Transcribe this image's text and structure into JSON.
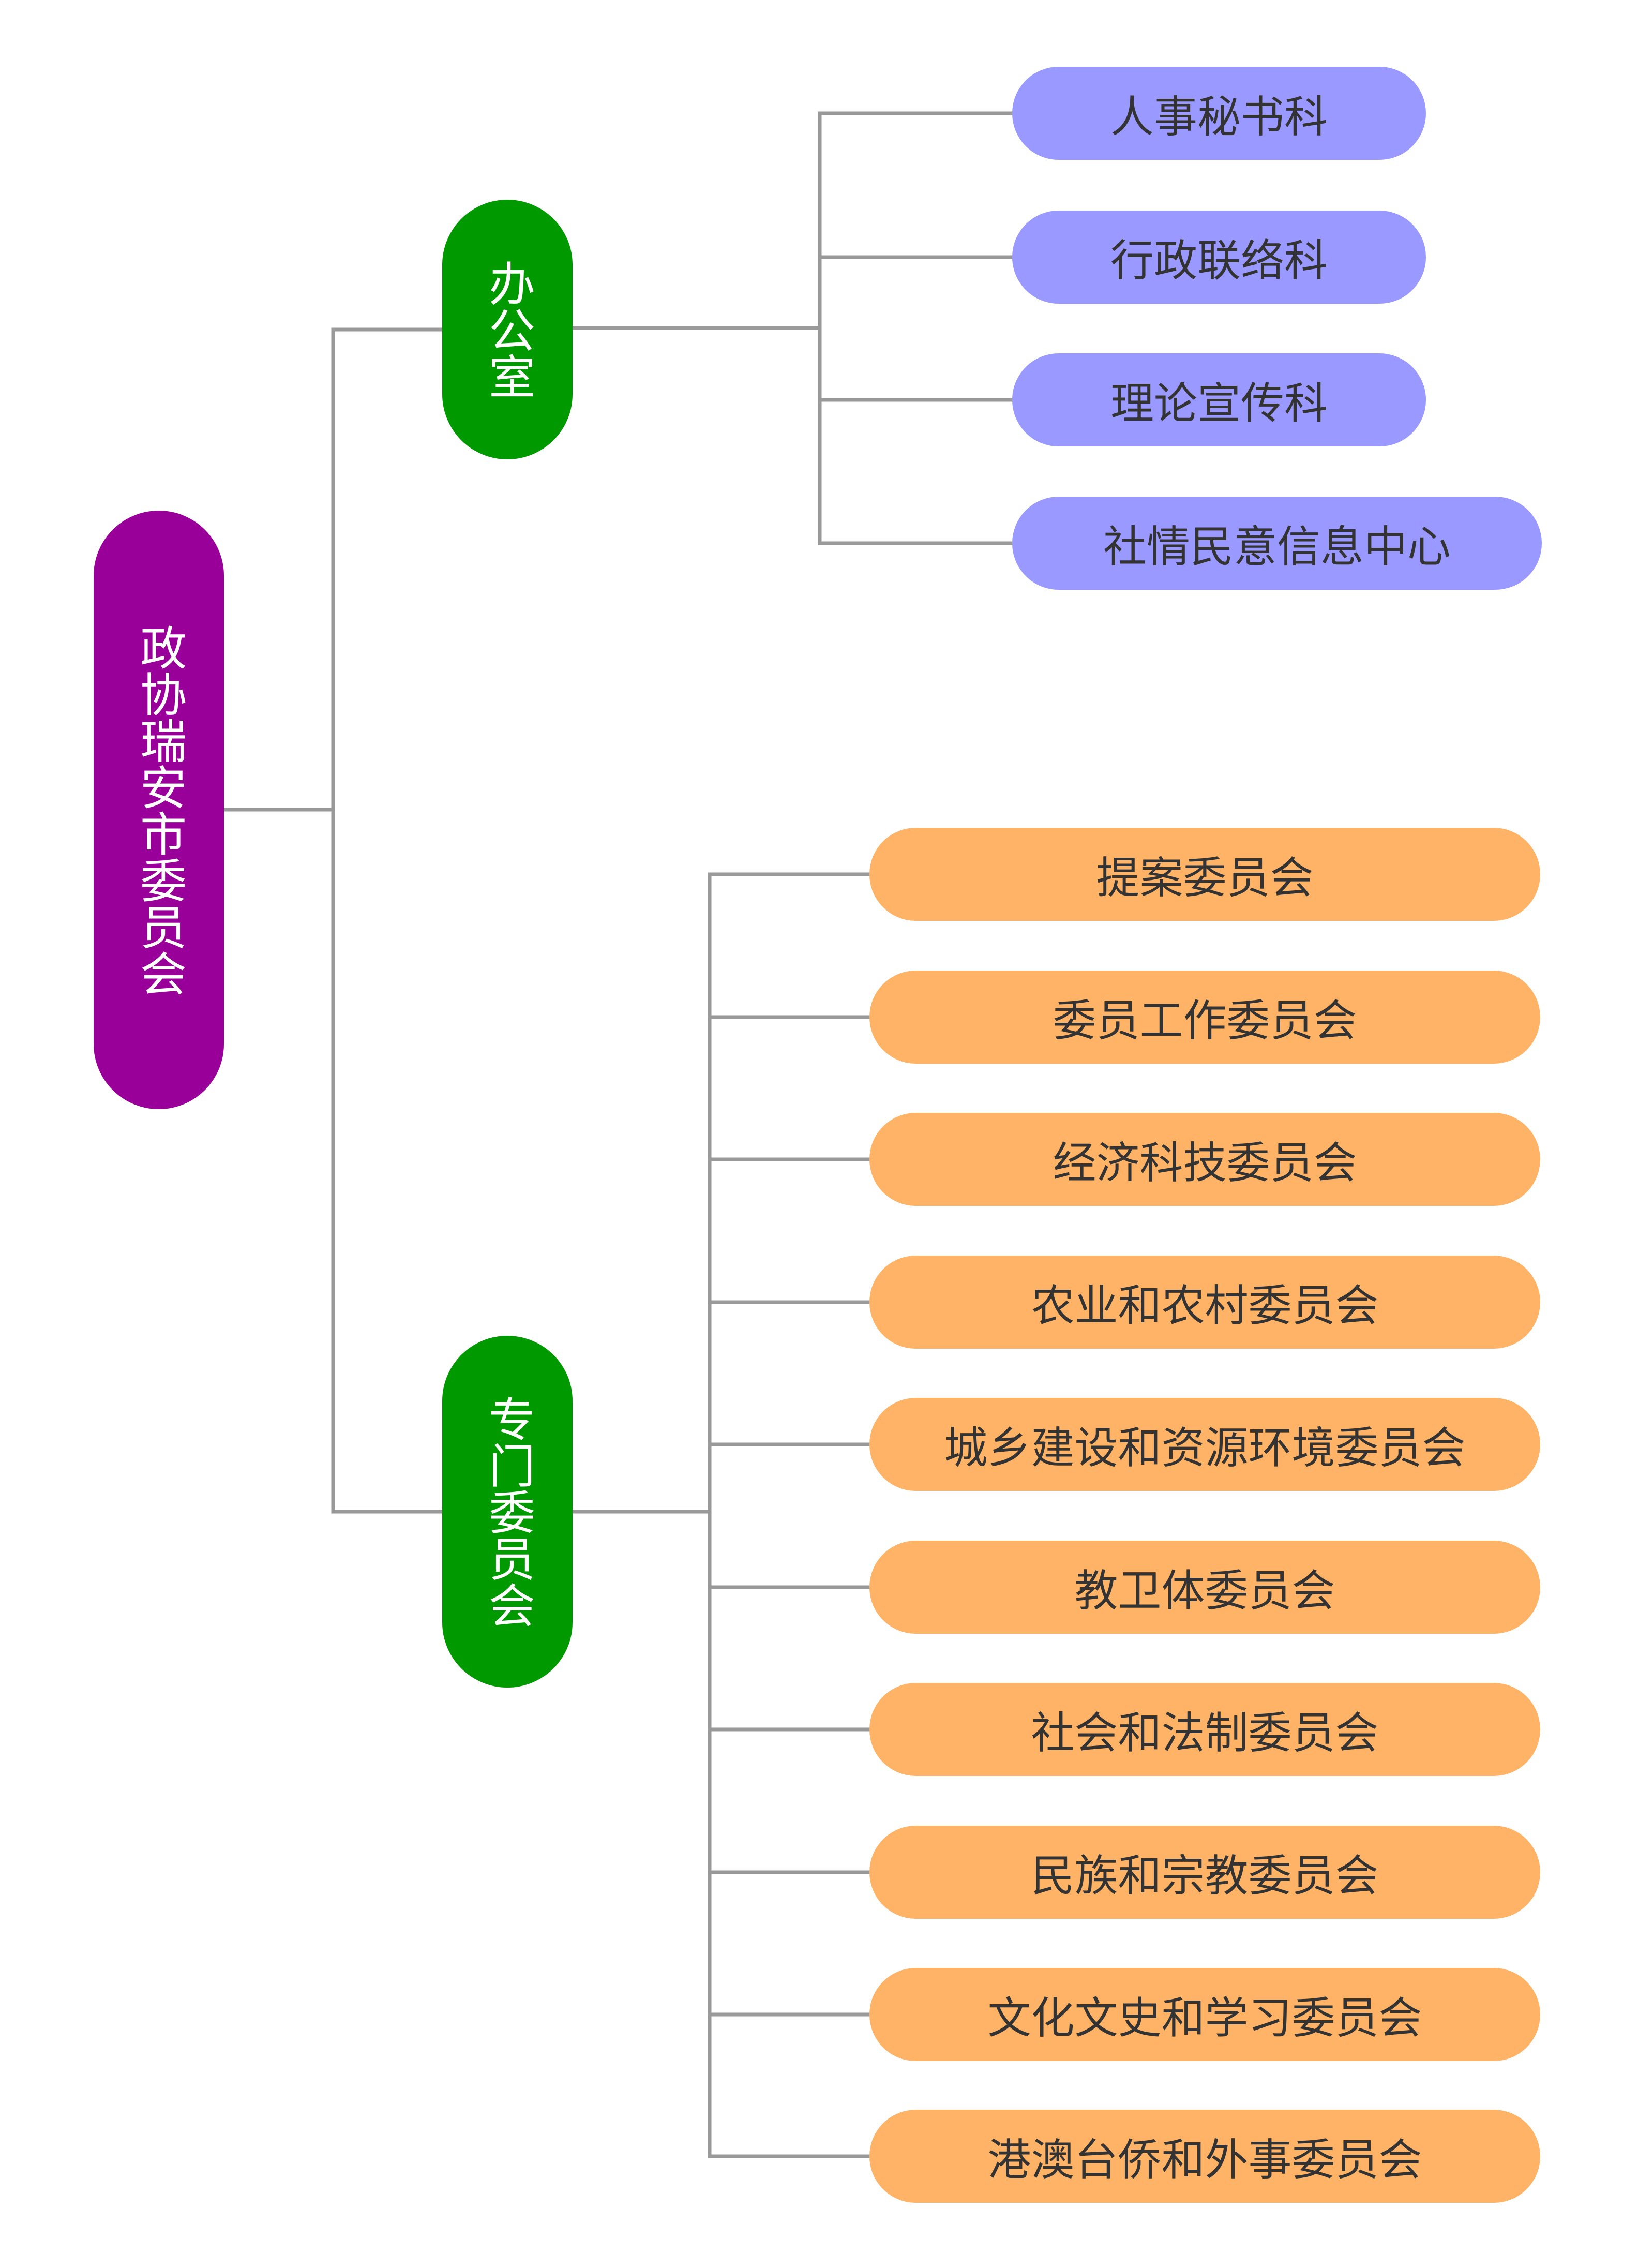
{
  "root": {
    "label": "政协瑞安市委员会",
    "color": "#990099"
  },
  "branches": [
    {
      "label": "办公室",
      "color": "#009900",
      "children": [
        {
          "label": "人事秘书科"
        },
        {
          "label": "行政联络科"
        },
        {
          "label": "理论宣传科"
        },
        {
          "label": "社情民意信息中心"
        }
      ],
      "child_color": "#9999ff"
    },
    {
      "label": "专门委员会",
      "color": "#009900",
      "children": [
        {
          "label": "提案委员会"
        },
        {
          "label": "委员工作委员会"
        },
        {
          "label": "经济科技委员会"
        },
        {
          "label": "农业和农村委员会"
        },
        {
          "label": "城乡建设和资源环境委员会"
        },
        {
          "label": "教卫体委员会"
        },
        {
          "label": "社会和法制委员会"
        },
        {
          "label": "民族和宗教委员会"
        },
        {
          "label": "文化文史和学习委员会"
        },
        {
          "label": "港澳台侨和外事委员会"
        }
      ],
      "child_color": "#ffb366"
    }
  ],
  "connector_color": "#999999"
}
